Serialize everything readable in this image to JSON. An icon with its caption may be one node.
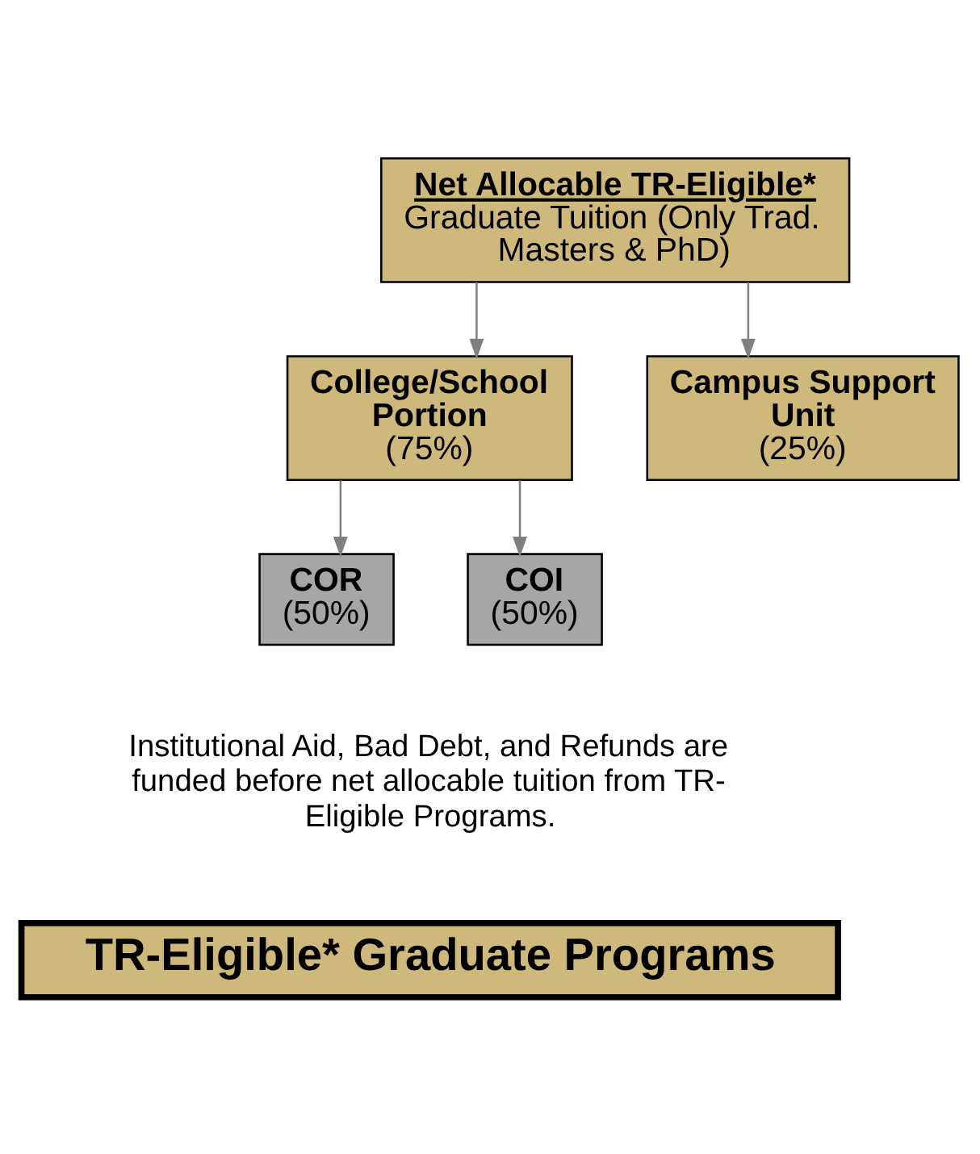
{
  "diagram": {
    "nodes": [
      {
        "text": [
          "Net Allocable TR-Eligible*",
          "Graduate Tuition (Only Trad. Masters & PhD)"
        ]
      },
      {
        "text": [
          "College/School Portion",
          "(75%)"
        ]
      },
      {
        "text": [
          "Campus Support Unit",
          "(25%)"
        ]
      },
      {
        "text": [
          "COR",
          "(50%)"
        ]
      },
      {
        "text": [
          "COI",
          "(50%)"
        ]
      },
      {
        "text": [
          "Institutional Aid, Bad Debt, and Refunds are funded before net allocable tuition from TR-Eligible Programs."
        ]
      },
      {
        "text": [
          "TR-Eligible* Graduate Programs"
        ]
      }
    ],
    "edges": [
      {
        "from": 0,
        "to": 1,
        "arrow": "to"
      },
      {
        "from": 0,
        "to": 2,
        "arrow": "to"
      },
      {
        "from": 1,
        "to": 3,
        "arrow": "to"
      },
      {
        "from": 1,
        "to": 4,
        "arrow": "to"
      }
    ]
  }
}
